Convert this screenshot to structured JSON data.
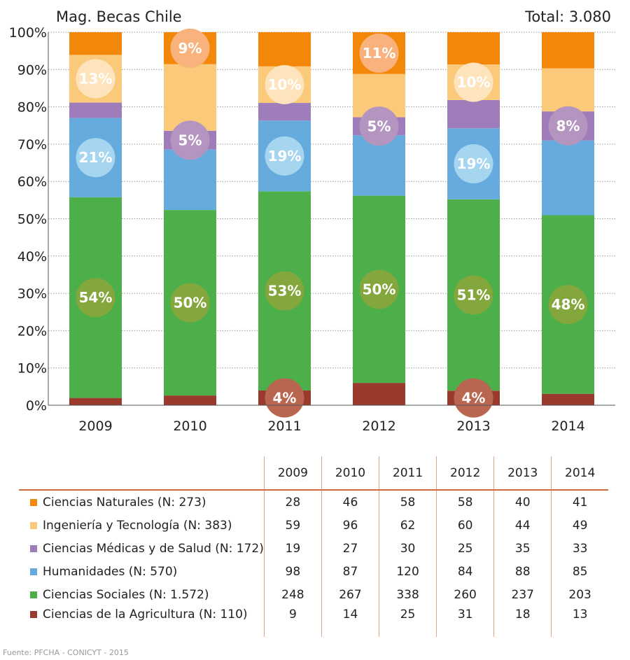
{
  "title": "Mag. Becas Chile",
  "total": "Total: 3.080",
  "source": "Fuente: PFCHA - CONICYT - 2015",
  "chart_data": {
    "type": "bar",
    "stacked": true,
    "percent": true,
    "title": "Mag. Becas Chile",
    "categories": [
      "2009",
      "2010",
      "2011",
      "2012",
      "2013",
      "2014"
    ],
    "y_ticks": [
      "0%",
      "10%",
      "20%",
      "30%",
      "40%",
      "50%",
      "60%",
      "70%",
      "80%",
      "90%",
      "100%"
    ],
    "ylim": [
      0,
      100
    ],
    "grid": true,
    "series": [
      {
        "name": "Ciencias de la Agricultura (N: 110)",
        "color": "#9a3a2d",
        "counts": [
          9,
          14,
          25,
          31,
          18,
          13
        ],
        "labels": [
          null,
          null,
          "4%",
          null,
          "4%",
          null
        ],
        "badge_color": "#b86650"
      },
      {
        "name": "Ciencias Sociales (N: 1.572)",
        "color": "#4daf4a",
        "counts": [
          248,
          267,
          338,
          260,
          237,
          203
        ],
        "labels": [
          "54%",
          "50%",
          "53%",
          "50%",
          "51%",
          "48%"
        ],
        "badge_color": "#84a73d"
      },
      {
        "name": "Humanidades (N: 570)",
        "color": "#66abdd",
        "counts": [
          98,
          87,
          120,
          84,
          88,
          85
        ],
        "labels": [
          "21%",
          null,
          "19%",
          null,
          "19%",
          null
        ],
        "badge_color": "#a6d5ef"
      },
      {
        "name": "Ciencias Médicas y de Salud (N: 172)",
        "color": "#9f7dbb",
        "counts": [
          19,
          27,
          30,
          25,
          35,
          33
        ],
        "labels": [
          null,
          "5%",
          null,
          "5%",
          null,
          "8%"
        ],
        "badge_color": "#b395bf"
      },
      {
        "name": "Ingeniería y Tecnología (N: 383)",
        "color": "#fbc97a",
        "counts": [
          59,
          96,
          62,
          60,
          44,
          49
        ],
        "labels": [
          "13%",
          null,
          "10%",
          null,
          "10%",
          null
        ],
        "badge_color": "#fde4bd"
      },
      {
        "name": "Ciencias Naturales (N: 273)",
        "color": "#f28709",
        "counts": [
          28,
          46,
          58,
          58,
          40,
          41
        ],
        "labels": [
          null,
          "9%",
          null,
          "11%",
          null,
          null
        ],
        "badge_color": "#f9b27c"
      }
    ]
  },
  "table": {
    "years": [
      "2009",
      "2010",
      "2011",
      "2012",
      "2013",
      "2014"
    ],
    "rows": [
      {
        "label": "Ciencias Naturales (N: 273)",
        "color": "#f28709",
        "values": [
          "28",
          "46",
          "58",
          "58",
          "40",
          "41"
        ]
      },
      {
        "label": "Ingeniería y Tecnología (N: 383)",
        "color": "#fbc97a",
        "values": [
          "59",
          "96",
          "62",
          "60",
          "44",
          "49"
        ]
      },
      {
        "label": "Ciencias Médicas y de Salud (N: 172)",
        "color": "#9f7dbb",
        "values": [
          "19",
          "27",
          "30",
          "25",
          "35",
          "33"
        ]
      },
      {
        "label": "Humanidades (N: 570)",
        "color": "#66abdd",
        "values": [
          "98",
          "87",
          "120",
          "84",
          "88",
          "85"
        ]
      },
      {
        "label": "Ciencias Sociales (N: 1.572)",
        "color": "#4daf4a",
        "values": [
          "248",
          "267",
          "338",
          "260",
          "237",
          "203"
        ]
      },
      {
        "label": "Ciencias de la Agricultura (N: 110)",
        "color": "#9a3a2d",
        "values": [
          "9",
          "14",
          "25",
          "31",
          "18",
          "13"
        ]
      }
    ]
  }
}
